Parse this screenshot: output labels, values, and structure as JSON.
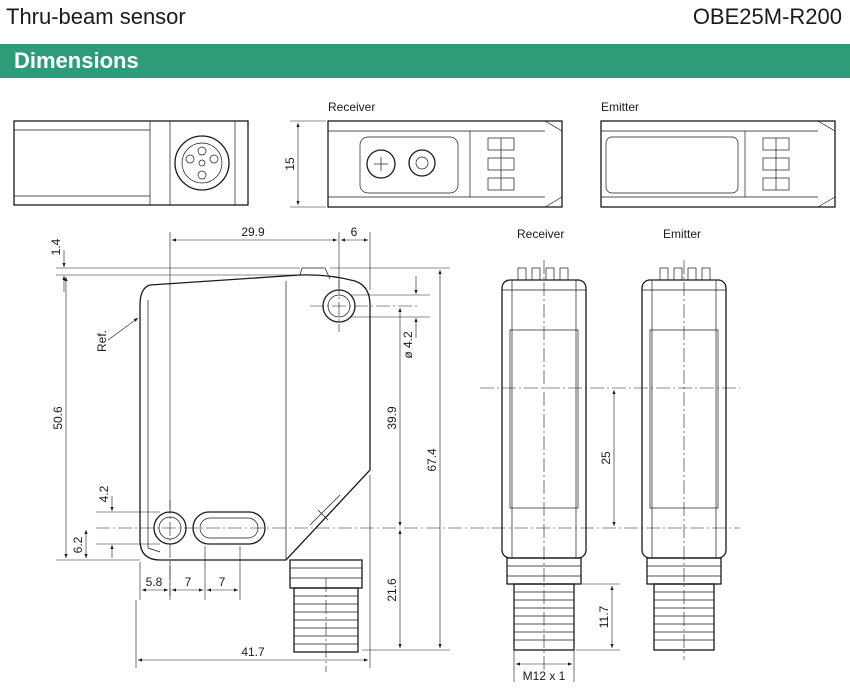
{
  "header": {
    "title": "Thru-beam sensor",
    "model": "OBE25M-R200"
  },
  "section": {
    "title": "Dimensions"
  },
  "views": {
    "top_receiver_label": "Receiver",
    "top_emitter_label": "Emitter",
    "front_receiver_label": "Receiver",
    "front_emitter_label": "Emitter",
    "ref_label": "Ref."
  },
  "dimensions": {
    "height_15": "15",
    "top_offset": "1.4",
    "width_29_9": "29.9",
    "width_6": "6",
    "hole_dia": "ø 4.2",
    "height_50_6": "50.6",
    "height_39_9": "39.9",
    "height_67_4": "67.4",
    "small_4_2": "4.2",
    "small_6_2": "6.2",
    "spacing_5_8": "5.8",
    "spacing_7a": "7",
    "spacing_7b": "7",
    "height_21_6": "21.6",
    "width_41_7": "41.7",
    "height_25": "25",
    "height_11_7": "11.7",
    "thread": "M12 x 1"
  },
  "colors": {
    "banner": "#2e9b79",
    "line": "#1a1a1a"
  }
}
